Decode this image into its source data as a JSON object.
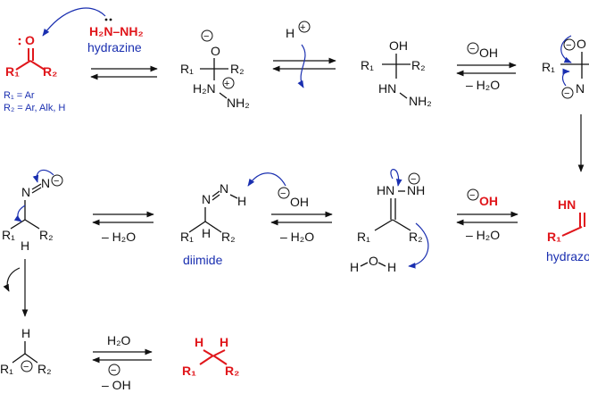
{
  "labels": {
    "hydrazine_formula": "H₂N–NH₂",
    "hydrazine_name": "hydrazine",
    "r1_def": "R₁ = Ar",
    "r2_def": "R₂ = Ar, Alk, H",
    "proton": "H",
    "hydroxide": "OH",
    "minus_water": "– H₂O",
    "water": "H₂O",
    "minus_oh": "– OH",
    "diimide": "diimide",
    "hydrazone": "hydrazone",
    "atom_O": "O",
    "atom_OH": "OH",
    "atom_N": "N",
    "atom_NH": "NH",
    "atom_HN": "HN",
    "atom_NH2": "NH₂",
    "atom_H2N": "H₂N",
    "atom_H": "H",
    "R1": "R₁",
    "R2": "R₂",
    "minus_sign": "−",
    "plus_sign": "+"
  },
  "colors": {
    "red": "#e0161b",
    "blue": "#1a2fb0",
    "black": "#111111"
  }
}
